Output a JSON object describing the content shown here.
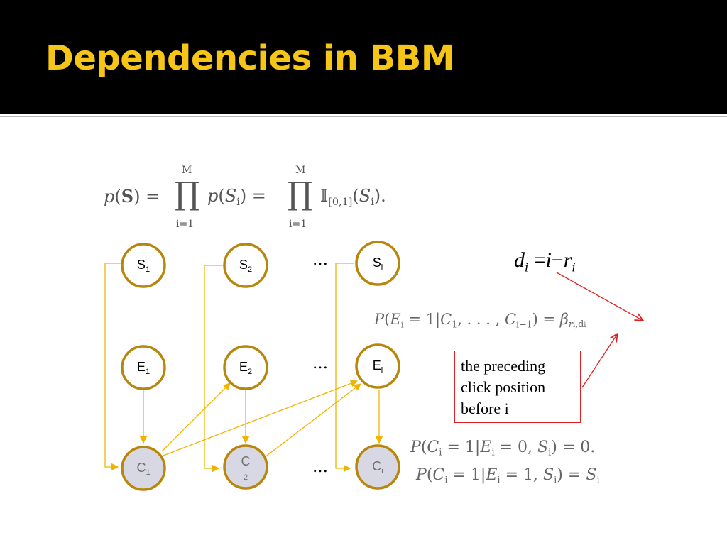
{
  "slide": {
    "title": "Dependencies in BBM"
  },
  "formula_top": {
    "lhs": "p(S) =",
    "prod_upper": "M",
    "prod_lower": "i=1",
    "middle": "p(S",
    "middle_sub": "i",
    "middle_end": ") =",
    "indicator": "𝕀",
    "indicator_sub": "[0,1]",
    "rhs": "(S",
    "rhs_sub": "i",
    "rhs_end": ")."
  },
  "nodes": {
    "s1": {
      "letter": "S",
      "sub": "1"
    },
    "s2": {
      "letter": "S",
      "sub": "2"
    },
    "si": {
      "letter": "S",
      "sub": "i"
    },
    "e1": {
      "letter": "E",
      "sub": "1"
    },
    "e2": {
      "letter": "E",
      "sub": "2"
    },
    "ei": {
      "letter": "E",
      "sub": "i"
    },
    "c1": {
      "letter": "C",
      "sub": "1"
    },
    "c2": {
      "letter": "C",
      "sub": "2"
    },
    "ci": {
      "letter": "C",
      "sub": "i"
    }
  },
  "ellipsis": "…",
  "formula_d": {
    "d": "d",
    "d_sub": "i",
    "eq": "=",
    "i": "i",
    "minus": "−",
    "r": "r",
    "r_sub": "i"
  },
  "formula_pe": {
    "text": "P(E",
    "sub": "i",
    "mid": " = 1|C",
    "c_sub1": "1",
    "mid2": ", . . . , C",
    "c_sub2": "i−1",
    "end": ") = β",
    "beta_sub": "r",
    "beta_sub_i": "i",
    "beta_sub_d": ",d",
    "beta_sub_di": "i"
  },
  "note": {
    "line1": "the preceding",
    "line2": "click position",
    "line3": "before i"
  },
  "formula_pc0": {
    "a": "P(C",
    "a_sub": "i",
    "b": " = 1|E",
    "b_sub": "i",
    "c": " = 0, S",
    "c_sub": "i",
    "d": ") = 0."
  },
  "formula_pc1": {
    "a": "P(C",
    "a_sub": "i",
    "b": " = 1|E",
    "b_sub": "i",
    "c": " = 1, S",
    "c_sub": "i",
    "d": ") = S",
    "d_sub": "i"
  },
  "colors": {
    "header_bg": "#000000",
    "title": "#f5c518",
    "node_border": "#b8860b",
    "edge": "#f0b400",
    "c_fill": "#d8d8e4",
    "annotation": "#e02020"
  }
}
